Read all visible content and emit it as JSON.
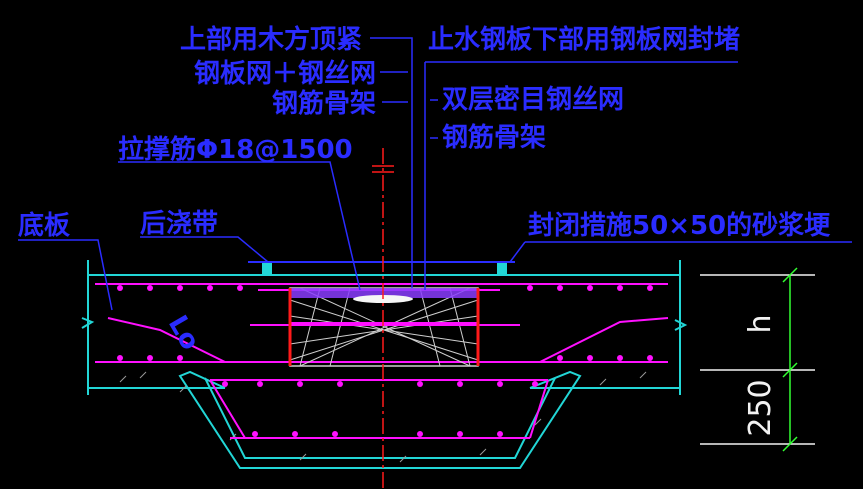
{
  "labels": {
    "top_wood": "上部用木方顶紧",
    "steel_mesh_wire": "钢板网＋钢丝网",
    "rebar_cage_left": "钢筋骨架",
    "stay_bar": "拉撑筋Φ18@1500",
    "waterstop_plate": "止水钢板下部用钢板网封堵",
    "double_mesh": "双层密目钢丝网",
    "rebar_cage_right": "钢筋骨架",
    "bottom_slab": "底板",
    "post_pour_strip": "后浇带",
    "seal_measure": "封闭措施50×50的砂浆埂",
    "dim_250": "250",
    "dim_h": "h",
    "lo_mark": "Lo"
  },
  "colors": {
    "label_blue": "#2a2cff",
    "slab_cyan": "#22d6d6",
    "rebar_magenta": "#ff10ff",
    "mesh_gray": "#cfcfcf",
    "axis_red": "#ff1a1a",
    "dim_green": "#33ff33",
    "dim_text": "#f2f2f2"
  }
}
